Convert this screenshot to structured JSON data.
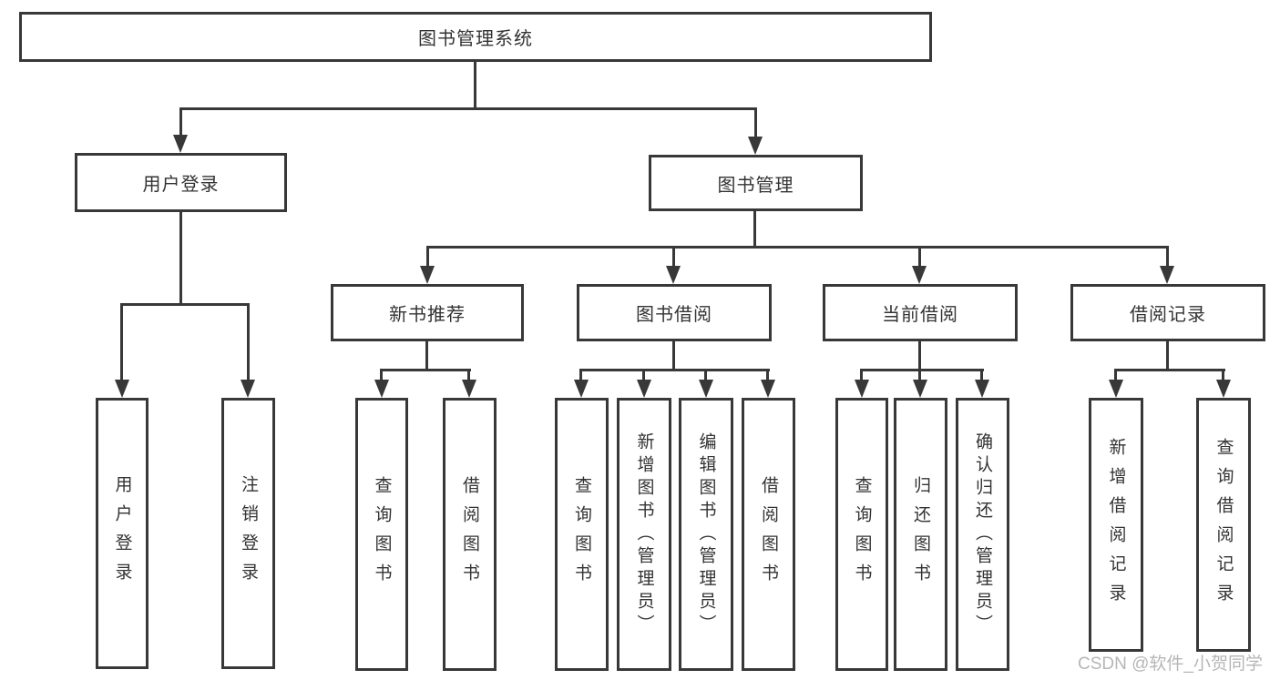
{
  "tree": {
    "label": "图书管理系统",
    "children": [
      {
        "label": "用户登录",
        "children": [
          {
            "label": "用户登录"
          },
          {
            "label": "注销登录"
          }
        ]
      },
      {
        "label": "图书管理",
        "children": [
          {
            "label": "新书推荐",
            "children": [
              {
                "label": "查询图书"
              },
              {
                "label": "借阅图书"
              }
            ]
          },
          {
            "label": "图书借阅",
            "children": [
              {
                "label": "查询图书"
              },
              {
                "label": "新增图书（管理员）"
              },
              {
                "label": "编辑图书（管理员）"
              },
              {
                "label": "借阅图书"
              }
            ]
          },
          {
            "label": "当前借阅",
            "children": [
              {
                "label": "查询图书"
              },
              {
                "label": "归还图书"
              },
              {
                "label": "确认归还（管理员）"
              }
            ]
          },
          {
            "label": "借阅记录",
            "children": [
              {
                "label": "新增借阅记录"
              },
              {
                "label": "查询借阅记录"
              }
            ]
          }
        ]
      }
    ]
  },
  "watermark": {
    "text": "CSDN @软件_小贺同学"
  },
  "colors": {
    "line": "#383838",
    "text": "#333333",
    "watermark": "#b6b6b6",
    "background": "#ffffff"
  }
}
